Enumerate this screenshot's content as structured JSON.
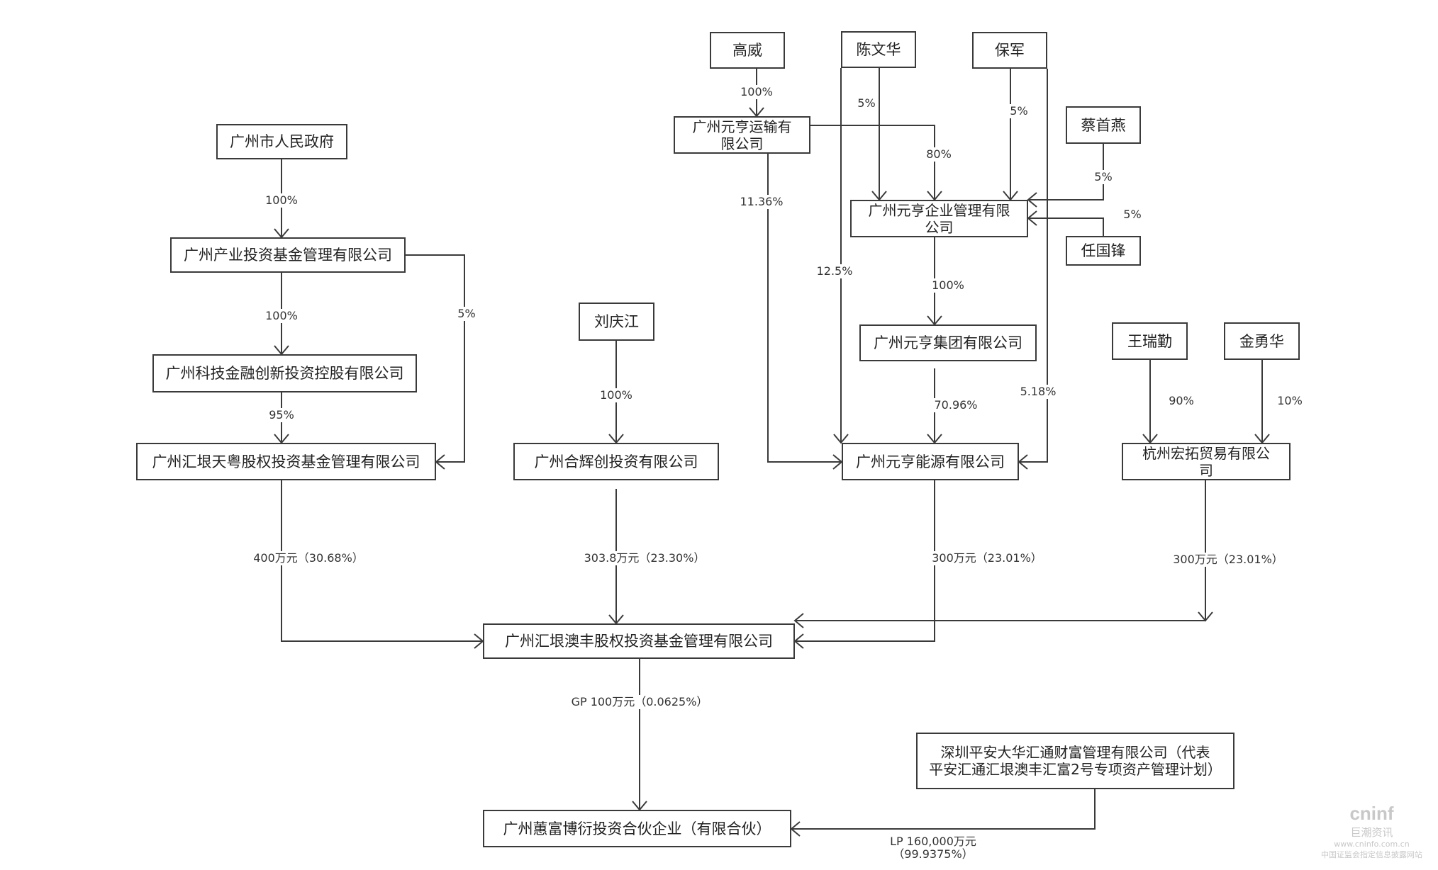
{
  "diagram": {
    "title": "广州蕙富博衍投资合伙企业（有限合伙）股权结构图",
    "nodes": [
      {
        "id": "gz_gov",
        "label": "广州市人民政府"
      },
      {
        "id": "gz_industry_fund",
        "label": "广州产业投资基金管理有限公司"
      },
      {
        "id": "gz_tech_finance",
        "label": "广州科技金融创新投资控股有限公司"
      },
      {
        "id": "gz_hk_tianyue",
        "label": "广州汇垠天粤股权投资基金管理有限公司"
      },
      {
        "id": "liu_qingjiang",
        "label": "刘庆江"
      },
      {
        "id": "gz_hehuichuang",
        "label": "广州合辉创投资有限公司"
      },
      {
        "id": "gao_wei",
        "label": "高威"
      },
      {
        "id": "chen_wenhua",
        "label": "陈文华"
      },
      {
        "id": "bao_jun",
        "label": "保军"
      },
      {
        "id": "cai_shouyan",
        "label": "蔡首燕"
      },
      {
        "id": "ren_guofeng",
        "label": "任国锋"
      },
      {
        "id": "yh_transport",
        "label": "广州元亨运输有限公司"
      },
      {
        "id": "yh_enterprise_mgmt",
        "label": "广州元亨企业管理有限公司"
      },
      {
        "id": "yh_group",
        "label": "广州元亨集团有限公司"
      },
      {
        "id": "yh_energy",
        "label": "广州元亨能源有限公司"
      },
      {
        "id": "wang_ruiqin",
        "label": "王瑞勤"
      },
      {
        "id": "jin_yonghua",
        "label": "金勇华"
      },
      {
        "id": "hz_hongtuo",
        "label": "杭州宏拓贸易有限公司"
      },
      {
        "id": "gz_hk_aofeng",
        "label": "广州汇垠澳丰股权投资基金管理有限公司"
      },
      {
        "id": "sz_pingan",
        "label": "深圳平安大华汇通财富管理有限公司（代表平安汇通汇垠澳丰汇富2号专项资产管理计划）"
      },
      {
        "id": "gz_huifu_boyan",
        "label": "广州蕙富博衍投资合伙企业（有限合伙）"
      }
    ],
    "edges": [
      {
        "from": "gz_gov",
        "to": "gz_industry_fund",
        "label": "100%"
      },
      {
        "from": "gz_industry_fund",
        "to": "gz_tech_finance",
        "label": "100%"
      },
      {
        "from": "gz_industry_fund",
        "to": "gz_hk_tianyue",
        "label": "5%"
      },
      {
        "from": "gz_tech_finance",
        "to": "gz_hk_tianyue",
        "label": "95%"
      },
      {
        "from": "liu_qingjiang",
        "to": "gz_hehuichuang",
        "label": "100%"
      },
      {
        "from": "gao_wei",
        "to": "yh_transport",
        "label": "100%"
      },
      {
        "from": "chen_wenhua",
        "to": "yh_enterprise_mgmt",
        "label": "5%"
      },
      {
        "from": "yh_transport",
        "to": "yh_enterprise_mgmt",
        "label": "80%"
      },
      {
        "from": "bao_jun",
        "to": "yh_enterprise_mgmt",
        "label": "5%"
      },
      {
        "from": "cai_shouyan",
        "to": "yh_enterprise_mgmt",
        "label": "5%"
      },
      {
        "from": "ren_guofeng",
        "to": "yh_enterprise_mgmt",
        "label": "5%"
      },
      {
        "from": "yh_enterprise_mgmt",
        "to": "yh_group",
        "label": "100%"
      },
      {
        "from": "yh_transport",
        "to": "yh_energy",
        "label": "11.36%"
      },
      {
        "from": "chen_wenhua",
        "to": "yh_energy",
        "label": "12.5%"
      },
      {
        "from": "yh_group",
        "to": "yh_energy",
        "label": "70.96%"
      },
      {
        "from": "bao_jun",
        "to": "yh_energy",
        "label": "5.18%"
      },
      {
        "from": "wang_ruiqin",
        "to": "hz_hongtuo",
        "label": "90%"
      },
      {
        "from": "jin_yonghua",
        "to": "hz_hongtuo",
        "label": "10%"
      },
      {
        "from": "gz_hk_tianyue",
        "to": "gz_hk_aofeng",
        "label": "400万元（30.68%）"
      },
      {
        "from": "gz_hehuichuang",
        "to": "gz_hk_aofeng",
        "label": "303.8万元（23.30%）"
      },
      {
        "from": "yh_energy",
        "to": "gz_hk_aofeng",
        "label": "300万元（23.01%）"
      },
      {
        "from": "hz_hongtuo",
        "to": "gz_hk_aofeng",
        "label": "300万元（23.01%）"
      },
      {
        "from": "gz_hk_aofeng",
        "to": "gz_huifu_boyan",
        "label": "GP 100万元（0.0625%）"
      },
      {
        "from": "sz_pingan",
        "to": "gz_huifu_boyan",
        "label": "LP 160,000万元（99.9375%）",
        "label_lines": [
          "LP 160,000万元",
          "（99.9375%）"
        ]
      }
    ]
  },
  "watermark": {
    "logo": "cninf",
    "name_cn": "巨潮资讯",
    "url": "www.cninfo.com.cn",
    "subtitle": "中国证监会指定信息披露网站"
  },
  "colors": {
    "line": "#3a3a3a",
    "box_border": "#3a3a3a",
    "text": "#222222",
    "watermark": "#c8c8c8"
  }
}
